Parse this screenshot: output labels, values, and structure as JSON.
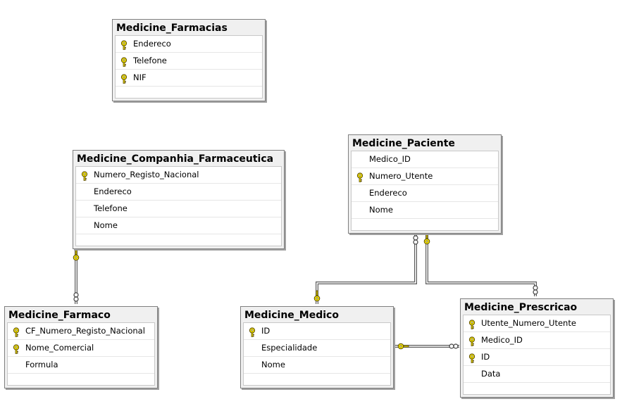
{
  "colors": {
    "key_fill": "#f0e100",
    "key_stroke": "#5a4a00",
    "line": "#505050"
  },
  "icons": {
    "primary_key": "key-icon"
  },
  "tables": [
    {
      "id": "farmacias",
      "name": "Medicine_Farmacias",
      "columns": [
        {
          "name": "Endereco",
          "key": true
        },
        {
          "name": "Telefone",
          "key": true
        },
        {
          "name": "NIF",
          "key": true
        }
      ]
    },
    {
      "id": "companhia",
      "name": "Medicine_Companhia_Farmaceutica",
      "columns": [
        {
          "name": "Numero_Registo_Nacional",
          "key": true
        },
        {
          "name": "Endereco",
          "key": false
        },
        {
          "name": "Telefone",
          "key": false
        },
        {
          "name": "Nome",
          "key": false
        }
      ]
    },
    {
      "id": "paciente",
      "name": "Medicine_Paciente",
      "columns": [
        {
          "name": "Medico_ID",
          "key": false
        },
        {
          "name": "Numero_Utente",
          "key": true
        },
        {
          "name": "Endereco",
          "key": false
        },
        {
          "name": "Nome",
          "key": false
        }
      ]
    },
    {
      "id": "farmaco",
      "name": "Medicine_Farmaco",
      "columns": [
        {
          "name": "CF_Numero_Registo_Nacional",
          "key": true
        },
        {
          "name": "Nome_Comercial",
          "key": true
        },
        {
          "name": "Formula",
          "key": false
        }
      ]
    },
    {
      "id": "medico",
      "name": "Medicine_Medico",
      "columns": [
        {
          "name": "ID",
          "key": true
        },
        {
          "name": "Especialidade",
          "key": false
        },
        {
          "name": "Nome",
          "key": false
        }
      ]
    },
    {
      "id": "prescricao",
      "name": "Medicine_Prescricao",
      "columns": [
        {
          "name": "Utente_Numero_Utente",
          "key": true
        },
        {
          "name": "Medico_ID",
          "key": true
        },
        {
          "name": "ID",
          "key": true
        },
        {
          "name": "Data",
          "key": false
        }
      ]
    }
  ],
  "relationships": [
    {
      "from": "companhia",
      "to": "farmaco",
      "one_end": "companhia",
      "many_end": "farmaco"
    },
    {
      "from": "paciente",
      "to": "medico",
      "one_end": "medico",
      "many_end": "paciente"
    },
    {
      "from": "paciente",
      "to": "prescricao",
      "one_end": "paciente",
      "many_end": "prescricao"
    },
    {
      "from": "medico",
      "to": "prescricao",
      "one_end": "medico",
      "many_end": "prescricao"
    }
  ]
}
